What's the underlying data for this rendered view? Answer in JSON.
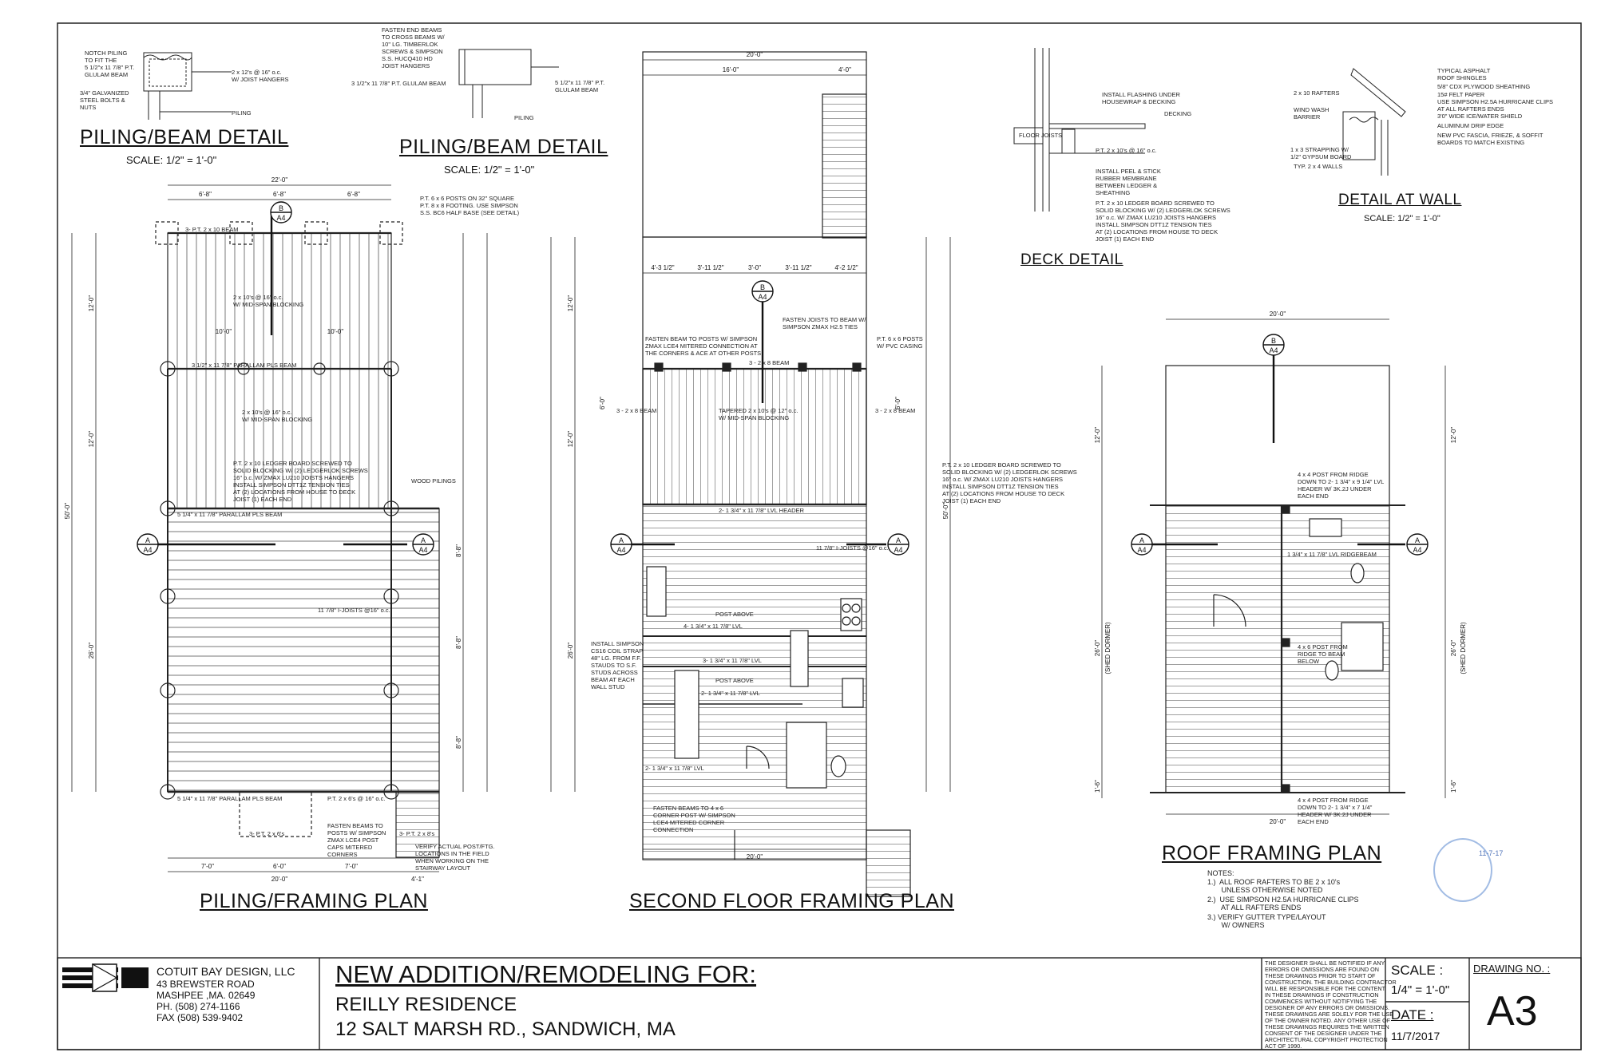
{
  "details": {
    "piling_beam_1": {
      "title": "PILING/BEAM DETAIL",
      "scale": "SCALE: 1/2\" = 1'-0\"",
      "notes": [
        "NOTCH PILING\nTO FIT THE\n5 1/2\"x 11 7/8\" P.T.\nGLULAM BEAM",
        "3/4\" GALVANIZED\nSTEEL BOLTS &\nNUTS",
        "2 x 12's @ 16\" o.c.\nW/ JOIST HANGERS",
        "PILING"
      ]
    },
    "piling_beam_2": {
      "title": "PILING/BEAM DETAIL",
      "scale": "SCALE: 1/2\" = 1'-0\"",
      "notes": [
        "FASTEN END BEAMS\nTO CROSS BEAMS W/\n10\" LG. TIMBERLOK\nSCREWS & SIMPSON\nS.S. HUCQ410 HD\nJOIST HANGERS",
        "3 1/2\"x 11 7/8\" P.T. GLULAM BEAM",
        "5 1/2\"x 11 7/8\" P.T.\nGLULAM BEAM",
        "PILING"
      ]
    },
    "deck": {
      "title": "DECK DETAIL",
      "notes": [
        "INSTALL FLASHING UNDER\nHOUSEWRAP & DECKING",
        "DECKING",
        "FLOOR JOISTS",
        "P.T. 2 x 10's @ 16\" o.c.",
        "INSTALL PEEL & STICK\nRUBBER MEMBRANE\nBETWEEN LEDGER &\nSHEATHING",
        "P.T. 2 x 10 LEDGER BOARD SCREWED TO\nSOLID BLOCKING W/ (2) LEDGERLOK SCREWS\n16\" o.c. W/ ZMAX LU210 JOISTS HANGERS\nINSTALL SIMPSON DTT1Z TENSION TIES\nAT (2) LOCATIONS FROM HOUSE TO DECK\nJOIST (1) EACH END"
      ]
    },
    "wall": {
      "title": "DETAIL AT WALL",
      "scale": "SCALE: 1/2\" = 1'-0\"",
      "notes": [
        "TYPICAL ASPHALT\nROOF SHINGLES",
        "5/8\" CDX PLYWOOD SHEATHING",
        "15# FELT PAPER",
        "USE SIMPSON H2.5A HURRICANE CLIPS\nAT ALL RAFTERS ENDS",
        "3'0\" WIDE ICE/WATER SHIELD",
        "ALUMINUM DRIP EDGE",
        "NEW PVC FASCIA, FRIEZE, & SOFFIT\nBOARDS TO MATCH EXISTING",
        "2 x 10 RAFTERS",
        "WIND WASH\nBARRIER",
        "1 x 3 STRAPPING W/\n1/2\" GYPSUM BOARD",
        "TYP. 2 x 4 WALLS"
      ]
    }
  },
  "plans": {
    "piling": {
      "title": "PILING/FRAMING PLAN",
      "dims": [
        "22'-0\"",
        "6'-8\"",
        "6'-8\"",
        "6'-8\"",
        "12'-0\"",
        "12'-0\"",
        "10'-0\"",
        "10'-0\"",
        "50'-0\"",
        "26'-0\"",
        "8'-8\"",
        "8'-8\"",
        "8'-8\"",
        "7'-0\"",
        "6'-0\"",
        "7'-0\"",
        "20'-0\"",
        "4'-1\""
      ],
      "notes": [
        "3- P.T. 2 x 10 BEAM",
        "2 x 10's @ 16\" o.c.\nW/ MID-SPAN BLOCKING",
        "3 1/2\" x 11 7/8\" PARALLAM PLS BEAM",
        "2 x 10's @ 16\" o.c.\nW/ MID-SPAN BLOCKING",
        "P.T. 2 x 10 LEDGER BOARD SCREWED TO\nSOLID BLOCKING W/ (2) LEDGERLOK SCREWS\n16\" o.c. W/ ZMAX LU210 JOISTS HANGERS\nINSTALL SIMPSON DTT1Z TENSION TIES\nAT (2) LOCATIONS FROM HOUSE TO DECK\nJOIST (1) EACH END",
        "5 1/4\" x 11 7/8\" PARALLAM PLS BEAM",
        "5 1/4\" x 11 7/8\" PARALLAM PLS BEAM",
        "P.T. 2 x 6's @ 16\" o.c.",
        "FASTEN BEAMS TO\nPOSTS W/ SIMPSON\nZMAX LCE4 POST\nCAPS MITERED\nCORNERS",
        "3- P.T. 2 x 6's",
        "3- P.T. 2 x 8's",
        "VERIFY ACTUAL POST/FTG.\nLOCATIONS IN THE FIELD\nWHEN WORKING ON THE\nSTAIRWAY LAYOUT",
        "P.T. 6 x 6 POSTS ON 32\" SQUARE\nP.T. 8 x 8 FOOTING. USE SIMPSON\nS.S. BC6 HALF BASE (SEE DETAIL)",
        "WOOD PILINGS",
        "11 7/8\" I-JOISTS @16\" o.c."
      ]
    },
    "second": {
      "title": "SECOND FLOOR FRAMING PLAN",
      "dims": [
        "20'-0\"",
        "16'-0\"",
        "4'-0\"",
        "4'-3 1/2\"",
        "3'-11 1/2\"",
        "3'-0\"",
        "3'-11 1/2\"",
        "4'-2 1/2\"",
        "12'-0\"",
        "12'-0\"",
        "6'-0\"",
        "6'-0\"",
        "50'-0\"",
        "26'-0\"",
        "20'-0\""
      ],
      "notes": [
        "FASTEN JOISTS TO BEAM W/\nSIMPSON ZMAX H2.5 TIES",
        "FASTEN BEAM TO POSTS W/ SIMPSON\nZMAX LCE4 MITERED CONNECTION AT\nTHE CORNERS & ACE AT OTHER POSTS",
        "P.T. 6 x 6 POSTS\nW/ PVC CASING",
        "3 - 2 x 8 BEAM",
        "3 - 2 x 8 BEAM",
        "3 - 2 x 8 BEAM",
        "TAPERED 2 x 10's @ 12\" o.c.\nW/ MID-SPAN BLOCKING",
        "P.T. 2 x 10 LEDGER BOARD SCREWED TO\nSOLID BLOCKING W/ (2) LEDGERLOK SCREWS\n16\" o.c. W/ ZMAX LU210 JOISTS HANGERS\nINSTALL SIMPSON DTT1Z TENSION TIES\nAT (2) LOCATIONS FROM HOUSE TO DECK\nJOIST (1) EACH END",
        "2- 1 3/4\" x 11 7/8\" LVL HEADER",
        "POST ABOVE",
        "4- 1 3/4\" x 11 7/8\" LVL",
        "3- 1 3/4\" x 11 7/8\" LVL",
        "POST ABOVE",
        "2- 1 3/4\" x 11 7/8\" LVL",
        "INSTALL SIMPSON\nCS16 COIL STRAP\n48\" LG. FROM F.F.\nSTAUDS TO S.F.\nSTUDS ACROSS\nBEAM AT EACH\nWALL STUD",
        "2- 1 3/4\" x 11 7/8\" LVL",
        "FASTEN BEAMS TO 4 x 6\nCORNER POST W/ SIMPSON\nLCE4 MITERED CORNER\nCONNECTION",
        "11 7/8\" I-JOISTS @16\" o.c."
      ]
    },
    "roof": {
      "title": "ROOF FRAMING PLAN",
      "dims": [
        "20'-0\"",
        "12'-0\"",
        "12'-0\"",
        "26'-0\"",
        "26'-0\"",
        "1'-6\"",
        "1'-6\"",
        "20'-0\""
      ],
      "labels": [
        "(SHED DORMER)",
        "(SHED DORMER)"
      ],
      "notes": [
        "4 x 4 POST FROM RIDGE\nDOWN TO 2- 1 3/4\" x 9 1/4\" LVL\nHEADER W/ 3K.2J UNDER\nEACH END",
        "1 3/4\" x 11 7/8\" LVL RIDGEBEAM",
        "4 x 6 POST FROM\nRIDGE TO BEAM\nBELOW",
        "4 x 4 POST FROM RIDGE\nDOWN TO 2- 1 3/4\" x 7 1/4\"\nHEADER W/ 3K.2J UNDER\nEACH END"
      ],
      "roof_notes": [
        "NOTES:",
        "1.)  ALL ROOF RAFTERS TO BE 2 x 10's\n       UNLESS OTHERWISE NOTED",
        "2.)  USE SIMPSON H2.5A HURRICANE CLIPS\n       AT ALL RAFTERS ENDS",
        "3.) VERIFY GUTTER TYPE/LAYOUT\n       W/ OWNERS"
      ]
    }
  },
  "section_marks": {
    "letter_a": "A",
    "letter_b": "B",
    "sheet_ref": "A4"
  },
  "title_block": {
    "company": "COTUIT BAY DESIGN, LLC",
    "address1": "43 BREWSTER ROAD",
    "address2": "MASHPEE ,MA.  02649",
    "phone": "PH. (508) 274-1166",
    "fax": "FAX (508) 539-9402",
    "project_title": "NEW ADDITION/REMODELING FOR:",
    "client": "REILLY RESIDENCE",
    "address": "12 SALT MARSH RD., SANDWICH, MA",
    "disclaimer": "THE DESIGNER SHALL BE NOTIFIED IF ANY\nERRORS OR OMISSIONS ARE FOUND ON\nTHESE DRAWINGS PRIOR TO START OF\nCONSTRUCTION. THE BUILDING CONTRACTOR\nWILL BE RESPONSIBLE FOR THE CONTENT\nIN THESE DRAWINGS IF CONSTRUCTION\nCOMMENCES WITHOUT NOTIFYING THE\nDESIGNER OF ANY ERRORS OR OMISSIONS.\nTHESE DRAWINGS ARE SOLELY FOR THE USE\nOF THE OWNER NOTED. ANY OTHER USE OF\nTHESE DRAWINGS REQUIRES THE WRITTEN\nCONSENT OF THE DESIGNER UNDER THE\nARCHITECTURAL COPYRIGHT PROTECTION\nACT OF 1990.",
    "scale_label": "SCALE :",
    "scale_value": "1/4\" = 1'-0\"",
    "date_label": "DATE :",
    "date_value": "11/7/2017",
    "drawing_no_label": "DRAWING NO. :",
    "drawing_no": "A3"
  },
  "stamp": {
    "handwritten_date": "11-7-17"
  },
  "colors": {
    "line": "#1a1a1a",
    "stamp": "#7aa0d8"
  }
}
